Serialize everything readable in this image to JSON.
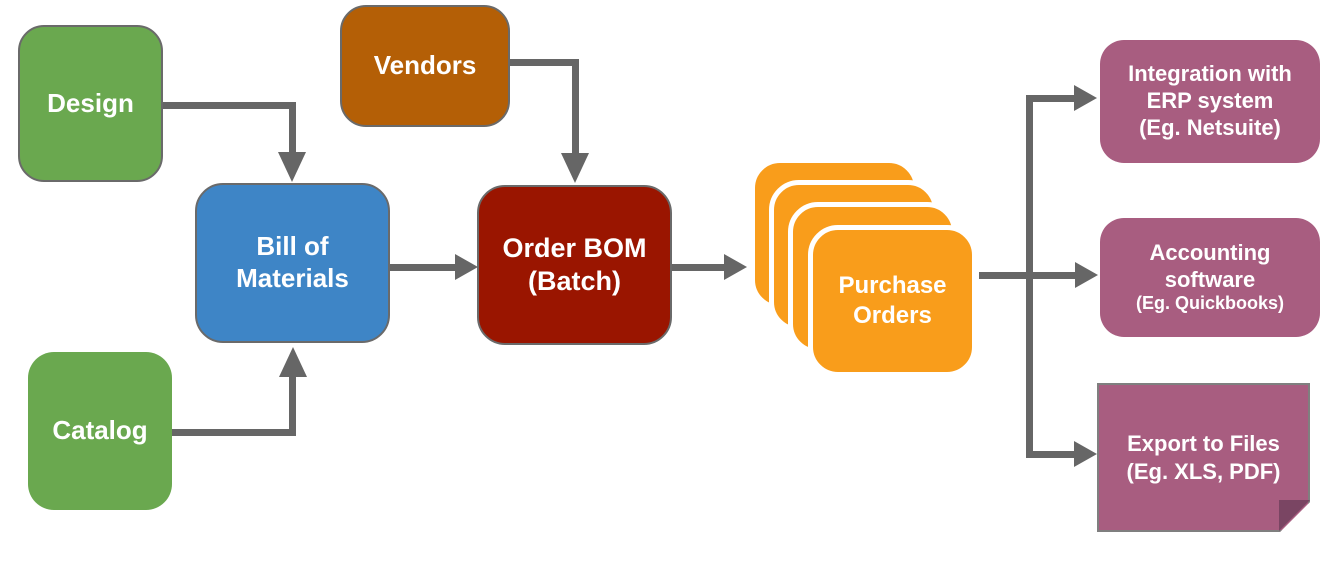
{
  "diagram_type": "flowchart",
  "colors": {
    "green": "#6aa84f",
    "blue": "#3e85c6",
    "brown": "#b45f06",
    "dark_red": "#9a1500",
    "orange": "#f99d1b",
    "mauve": "#a85d80",
    "mauve_fold": "#7a4563",
    "arrow": "#666666",
    "text": "#ffffff"
  },
  "nodes": {
    "design": {
      "label": "Design"
    },
    "catalog": {
      "label": "Catalog"
    },
    "vendors": {
      "label": "Vendors"
    },
    "bill_of_materials": {
      "label": "Bill of\nMaterials"
    },
    "order_bom": {
      "label": "Order BOM\n(Batch)"
    },
    "purchase_orders": {
      "label": "Purchase\nOrders",
      "stack_count": 4
    },
    "erp": {
      "label": "Integration with\nERP system\n(Eg. Netsuite)"
    },
    "accounting": {
      "label": "Accounting\nsoftware",
      "sub": "(Eg. Quickbooks)"
    },
    "export_files": {
      "label": "Export to Files\n(Eg. XLS, PDF)"
    }
  },
  "edges": [
    {
      "from": "design",
      "to": "bill_of_materials"
    },
    {
      "from": "catalog",
      "to": "bill_of_materials"
    },
    {
      "from": "vendors",
      "to": "order_bom"
    },
    {
      "from": "bill_of_materials",
      "to": "order_bom"
    },
    {
      "from": "order_bom",
      "to": "purchase_orders"
    },
    {
      "from": "purchase_orders",
      "to": "erp"
    },
    {
      "from": "purchase_orders",
      "to": "accounting"
    },
    {
      "from": "purchase_orders",
      "to": "export_files"
    }
  ]
}
